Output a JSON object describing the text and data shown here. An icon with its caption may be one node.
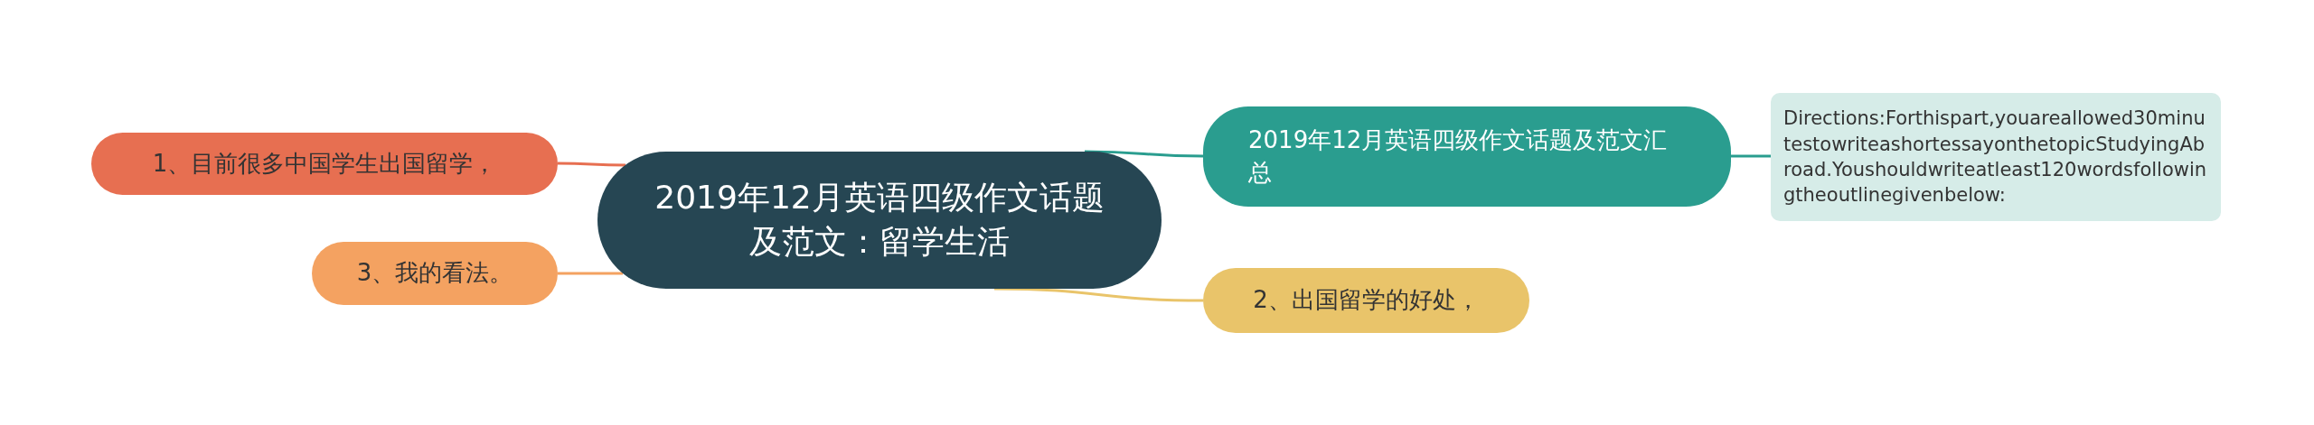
{
  "diagram": {
    "nodes": [
      {
        "text": [
          "2019年12月英语四级作文话题及范文：留学生活"
        ]
      },
      {
        "text": [
          "2019年12月英语四级作文话题及范文汇总"
        ]
      },
      {
        "text": [
          "Directions:Forthispart,youareallowed30minutestowriteashortessayonthetopicStudyingAbroad.Youshouldwriteatleast120wordsfollowingtheoutlinegivenbelow:"
        ]
      },
      {
        "text": [
          "1、目前很多中国学生出国留学，"
        ]
      },
      {
        "text": [
          "3、我的看法。"
        ]
      },
      {
        "text": [
          "2、出国留学的好处，"
        ]
      }
    ],
    "edges": [
      {
        "from": 0,
        "to": 1,
        "arrow": "none",
        "color": "#2a9d8f"
      },
      {
        "from": 1,
        "to": 2,
        "arrow": "none",
        "color": "#2a9d8f"
      },
      {
        "from": 0,
        "to": 3,
        "arrow": "none",
        "color": "#e76f51"
      },
      {
        "from": 0,
        "to": 4,
        "arrow": "none",
        "color": "#f4a261"
      },
      {
        "from": 0,
        "to": 5,
        "arrow": "none",
        "color": "#e9c46a"
      }
    ]
  }
}
